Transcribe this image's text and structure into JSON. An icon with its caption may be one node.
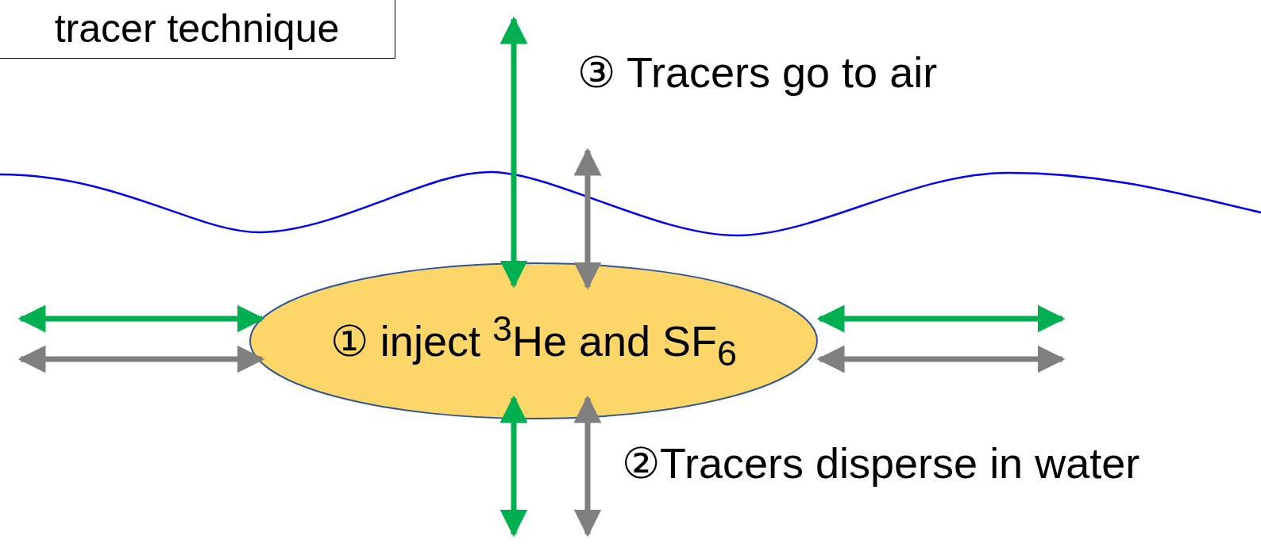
{
  "diagram": {
    "nodes": [
      {
        "text": [
          "tracer technique"
        ]
      },
      {
        "text": [
          "① inject $^{3}$He and SF$_{6}$"
        ]
      }
    ],
    "labels": [
      "③ Tracers go to air",
      "②Tracers disperse in water"
    ]
  }
}
